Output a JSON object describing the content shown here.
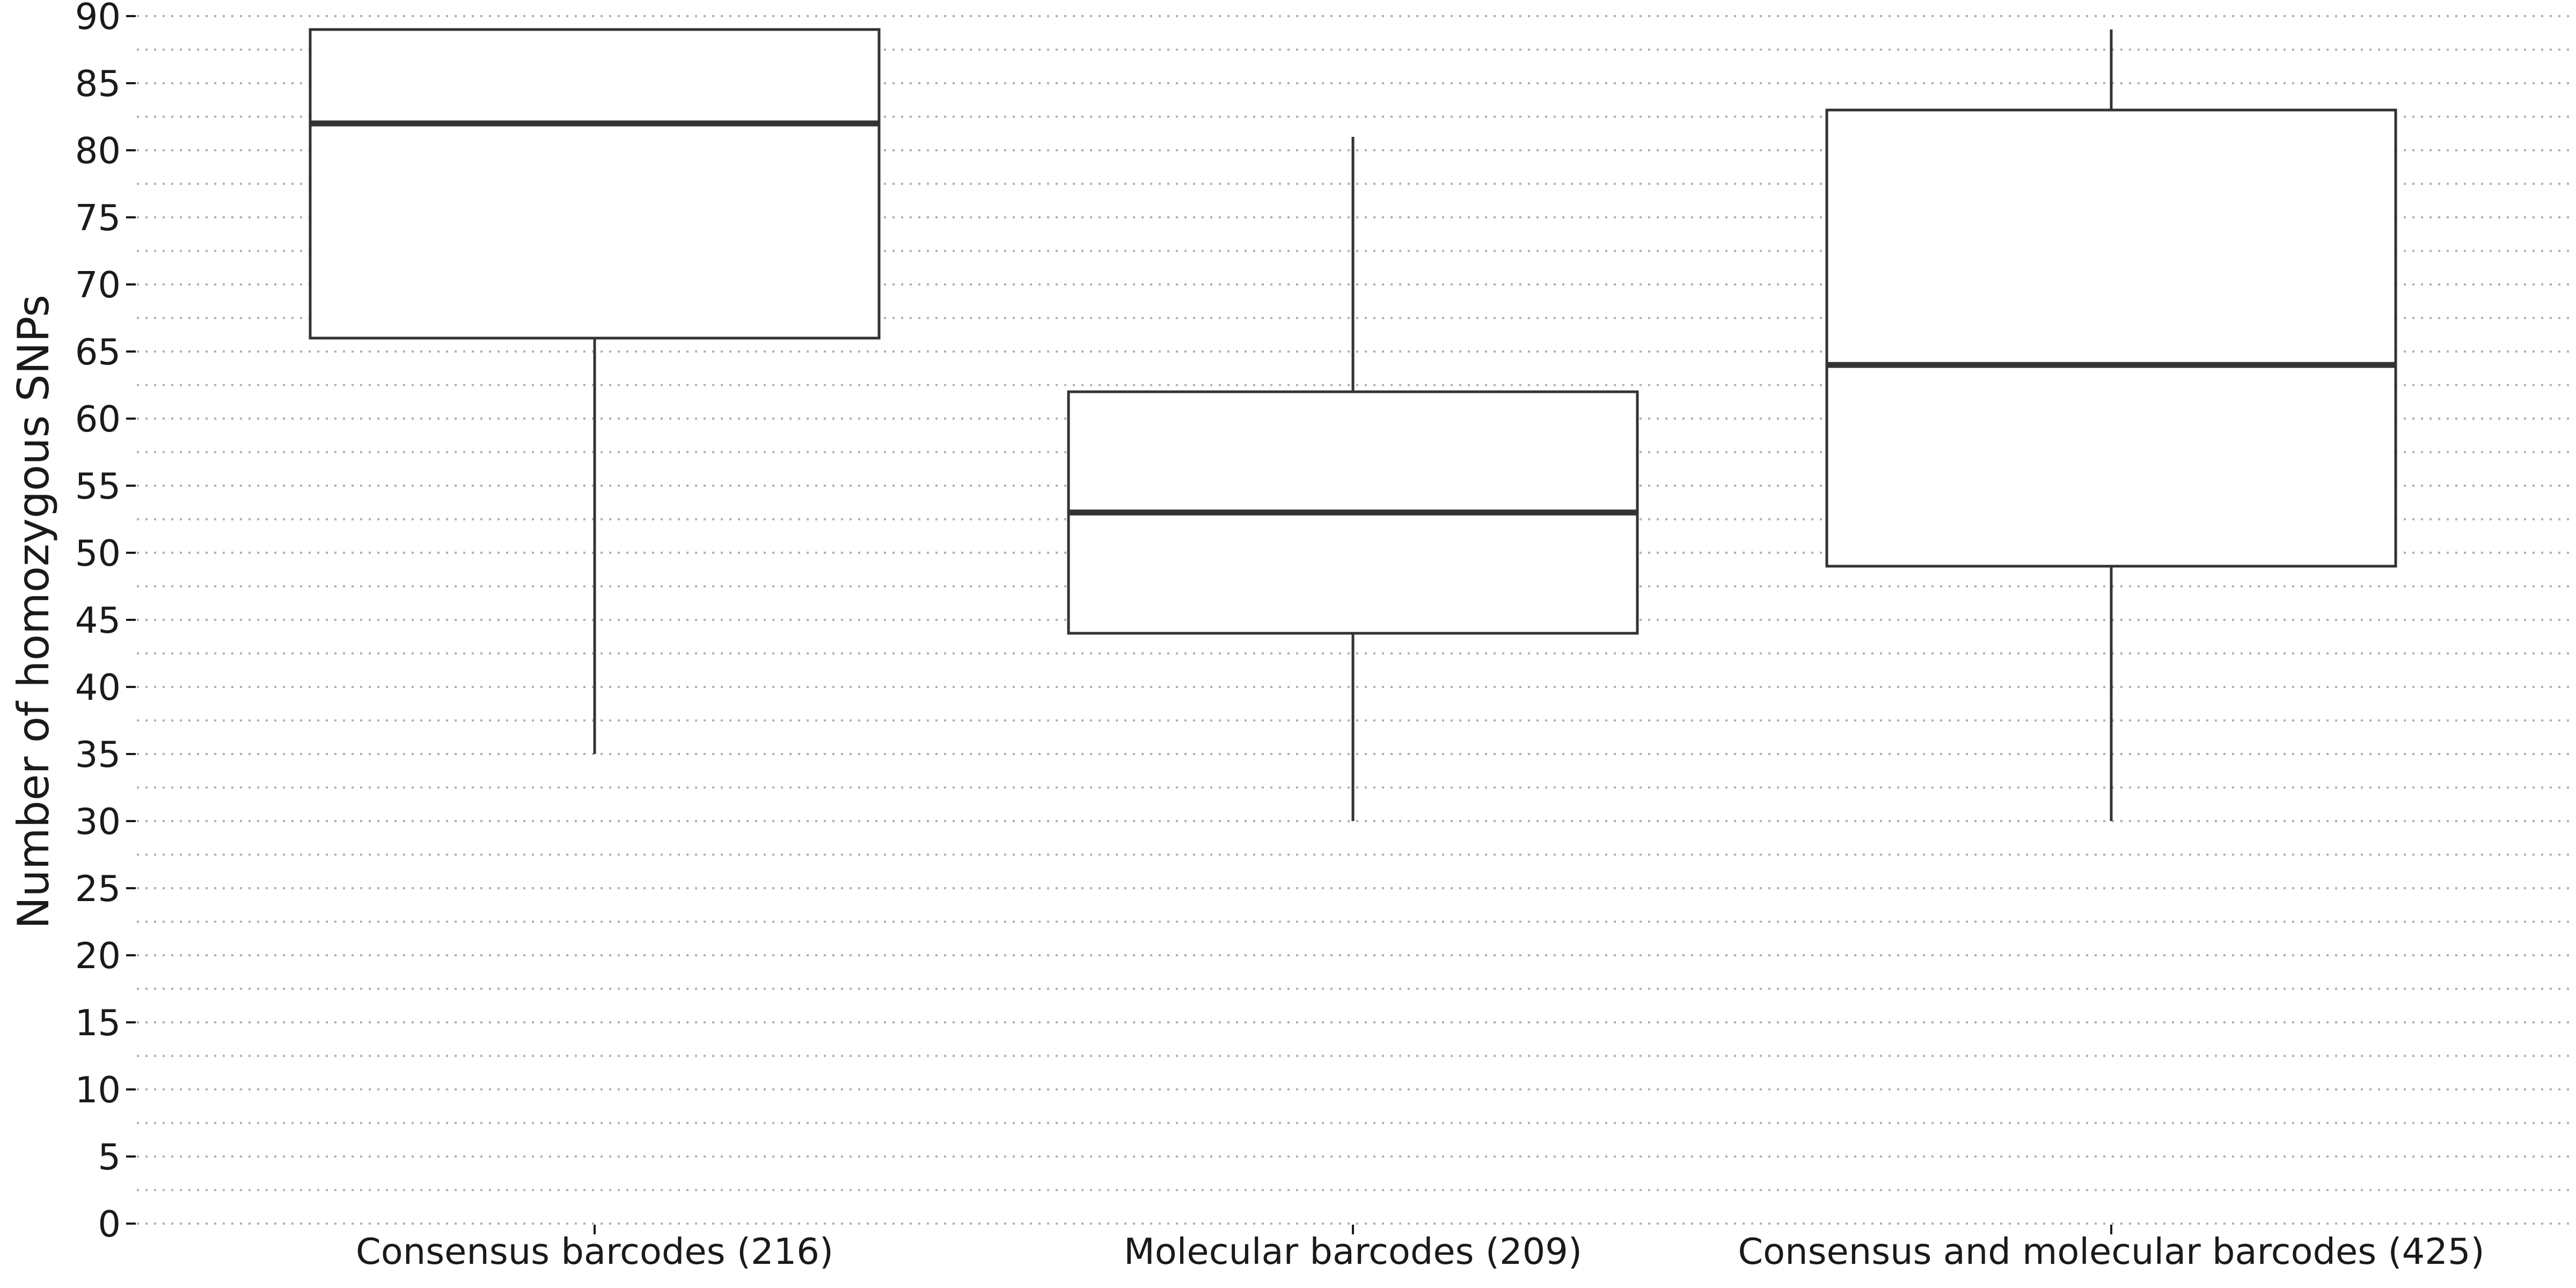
{
  "chart_data": {
    "type": "box",
    "title": "",
    "xlabel": "",
    "ylabel": "Number of homozygous SNPs",
    "ylim": [
      0,
      90
    ],
    "y_ticks": [
      0,
      5,
      10,
      15,
      20,
      25,
      30,
      35,
      40,
      45,
      50,
      55,
      60,
      65,
      70,
      75,
      80,
      85,
      90
    ],
    "y_tick_labels": [
      "0",
      "5",
      "10",
      "15",
      "20",
      "25",
      "30",
      "35",
      "40",
      "45",
      "50",
      "55",
      "60",
      "65",
      "70",
      "75",
      "80",
      "85",
      "90"
    ],
    "y_minor_ticks": [
      2.5,
      7.5,
      12.5,
      17.5,
      22.5,
      27.5,
      32.5,
      37.5,
      42.5,
      47.5,
      52.5,
      57.5,
      62.5,
      67.5,
      72.5,
      77.5,
      82.5,
      87.5
    ],
    "grid": "horizontal dotted",
    "categories": [
      "Consensus barcodes (216)",
      "Molecular barcodes (209)",
      "Consensus and molecular barcodes (425)"
    ],
    "boxes": [
      {
        "whisker_low": 35,
        "q1": 66,
        "median": 82,
        "q3": 89,
        "whisker_high": 89
      },
      {
        "whisker_low": 30,
        "q1": 44,
        "median": 53,
        "q3": 62,
        "whisker_high": 81
      },
      {
        "whisker_low": 30,
        "q1": 49,
        "median": 64,
        "q3": 83,
        "whisker_high": 89
      }
    ],
    "colors": {
      "box_fill": "#ffffff",
      "box_edge": "#333333",
      "grid": "#b0b0b0",
      "text": "#1a1a1a"
    }
  }
}
